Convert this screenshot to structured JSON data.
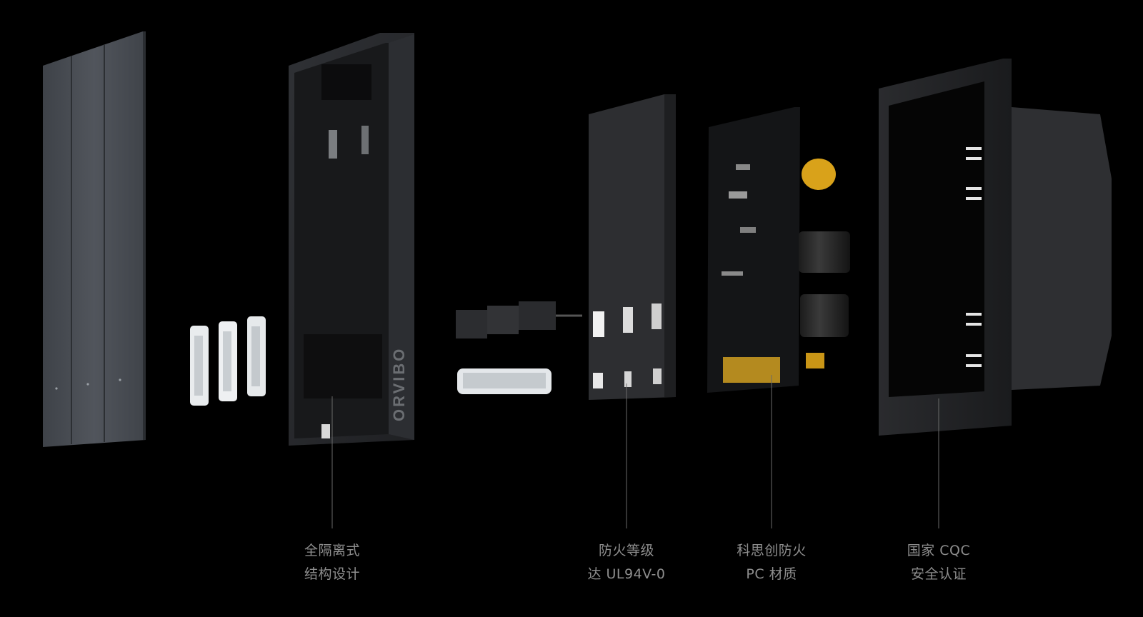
{
  "brand": {
    "logo_text": "ORVIBO"
  },
  "callouts": [
    {
      "id": "isolation",
      "line1": "全隔离式",
      "line2": "结构设计"
    },
    {
      "id": "fire-rating",
      "line1": "防火等级",
      "line2": "达 UL94V-0"
    },
    {
      "id": "pc-material",
      "line1": "科思创防火",
      "line2": "PC 材质"
    },
    {
      "id": "cqc",
      "line1": "国家 CQC",
      "line2": "安全认证"
    }
  ],
  "colors": {
    "background": "#000000",
    "panel": "#4a4e55",
    "frame": "#2a2c30",
    "caption": "#8e8e8e",
    "leader_line": "#6a6a6a",
    "capacitor": "#d9a21a"
  }
}
